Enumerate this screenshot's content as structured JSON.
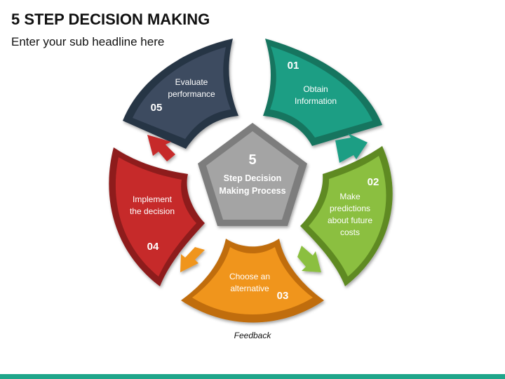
{
  "header": {
    "title": "5 STEP DECISION MAKING",
    "subtitle": "Enter your sub headline here"
  },
  "center": {
    "number": "5",
    "line1": "Step Decision",
    "line2": "Making Process",
    "color": "#a4a4a4",
    "border_color": "#7d7d7d"
  },
  "steps": [
    {
      "number": "01",
      "lines": [
        "Obtain",
        "Information"
      ],
      "color": "#1e9e84",
      "border_color": "#14745f"
    },
    {
      "number": "02",
      "lines": [
        "Make",
        "predictions",
        "about future",
        "costs"
      ],
      "color": "#8bbf40",
      "border_color": "#5f8a24"
    },
    {
      "number": "03",
      "lines": [
        "Choose an",
        "alternative"
      ],
      "color": "#f0951f",
      "border_color": "#c06d0c"
    },
    {
      "number": "04",
      "lines": [
        "Implement",
        "the decision"
      ],
      "color": "#c62b2b",
      "border_color": "#8e1d1d"
    },
    {
      "number": "05",
      "lines": [
        "Evaluate",
        "performance"
      ],
      "color": "#3d4c61",
      "border_color": "#283445"
    }
  ],
  "feedback_label": "Feedback",
  "accent_color": "#1fa58a"
}
